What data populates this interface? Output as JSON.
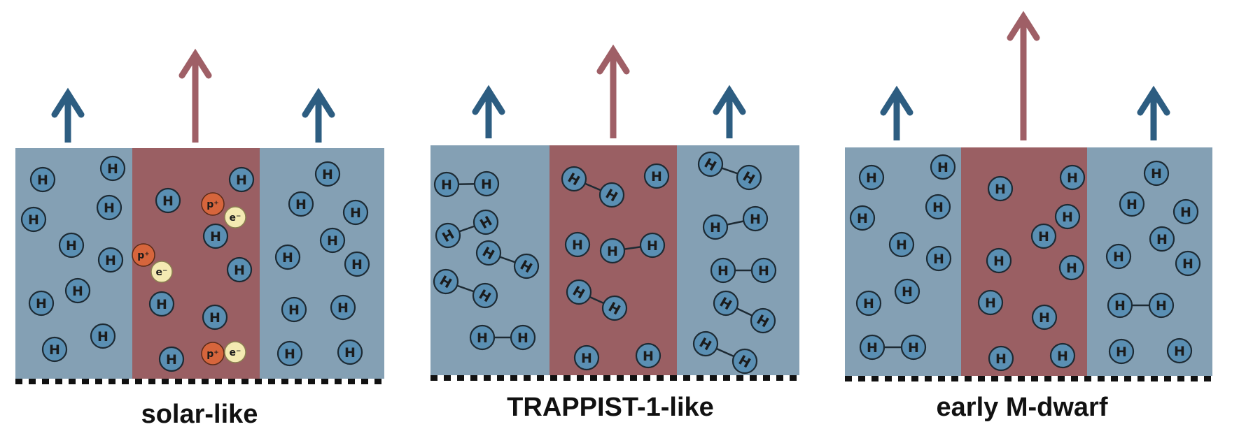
{
  "colors": {
    "neutral_region": "#84a0b4",
    "ionized_region": "#9a5f63",
    "hydrogen_atom": "#5a8fb3",
    "proton": "#d6653c",
    "electron": "#f4eab2",
    "neutral_arrow": "#2d5d81",
    "ionized_arrow": "#9f5f66",
    "surface_dashes": "#111111"
  },
  "symbols": {
    "hydrogen": "H",
    "proton": "p⁺",
    "electron": "e⁻"
  },
  "panels": [
    {
      "label": "solar-like",
      "neutral_arrow_length": "short",
      "ionized_arrow_length": "medium",
      "neutral_species": "atomic H",
      "ionized_species": "H with protons and electrons"
    },
    {
      "label": "TRAPPIST-1-like",
      "neutral_arrow_length": "short",
      "ionized_arrow_length": "medium",
      "neutral_species": "mostly H2",
      "ionized_species": "H and H2"
    },
    {
      "label": "early M-dwarf",
      "neutral_arrow_length": "short",
      "ionized_arrow_length": "long",
      "neutral_species": "atomic H with some H2",
      "ionized_species": "atomic H"
    }
  ]
}
